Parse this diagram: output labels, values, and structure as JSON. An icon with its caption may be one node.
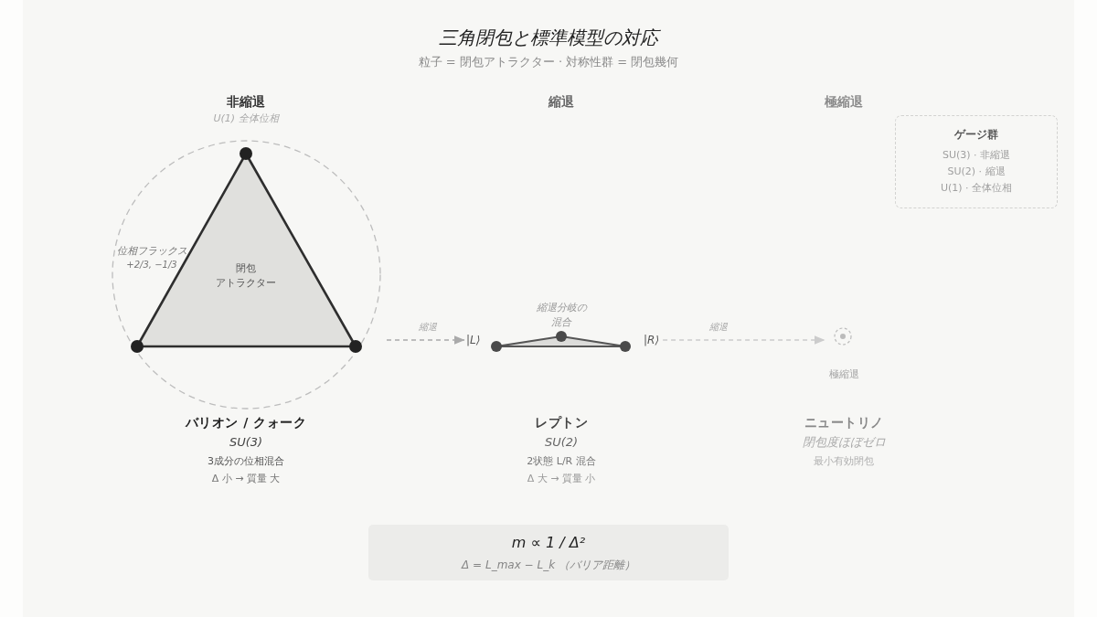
{
  "diagram": {
    "title": "三角閉包と標準模型の対応",
    "nodes": [
      {
        "text": [
          "ゲージ群",
          "SU(3) · 非縮退",
          "SU(2) · 縮退",
          "U(1) · 全体位相"
        ]
      },
      {
        "text": [],
        "shape": "circle"
      },
      {
        "text": [
          "閉包アトラクター"
        ],
        "in": 1
      },
      {
        "text": [
          "|L⟩"
        ]
      },
      {
        "text": [],
        "shape": "triangle",
        "beside": [
          "縮退分岐の混合"
        ]
      },
      {
        "text": [
          "|R⟩"
        ]
      },
      {
        "text": [],
        "shape": "circle",
        "beside": [
          "極縮退"
        ]
      },
      {
        "text": [
          "m ∝ 1 / Δ²",
          "Δ = L_max − L_k （バリア距離）"
        ]
      }
    ],
    "edges": [
      {
        "from": 1,
        "to": 3,
        "arrow": "to",
        "label": "縮退",
        "style": "dashed",
        "color": "#aaaaaa"
      },
      {
        "from": 5,
        "to": 6,
        "arrow": "to",
        "label": "縮退",
        "style": "dashed",
        "color": "#cccccc"
      }
    ],
    "labels": [
      "粒子 = 閉包アトラクター · 対称性群 = 閉包幾何",
      "非縮退",
      "縮退",
      "極縮退",
      "U(1) 全体位相",
      "位相フラックス",
      "+2/3, −1/3",
      "バリオン / クォーク",
      "SU(3)",
      "3成分の位相混合",
      "Δ 小 → 質量 大",
      "レプトン",
      "SU(2)",
      "2状態 L/R 混合",
      "Δ 大 → 質量 小",
      "ニュートリノ",
      "閉包度ほぼゼロ",
      "最小有効閉包"
    ]
  }
}
